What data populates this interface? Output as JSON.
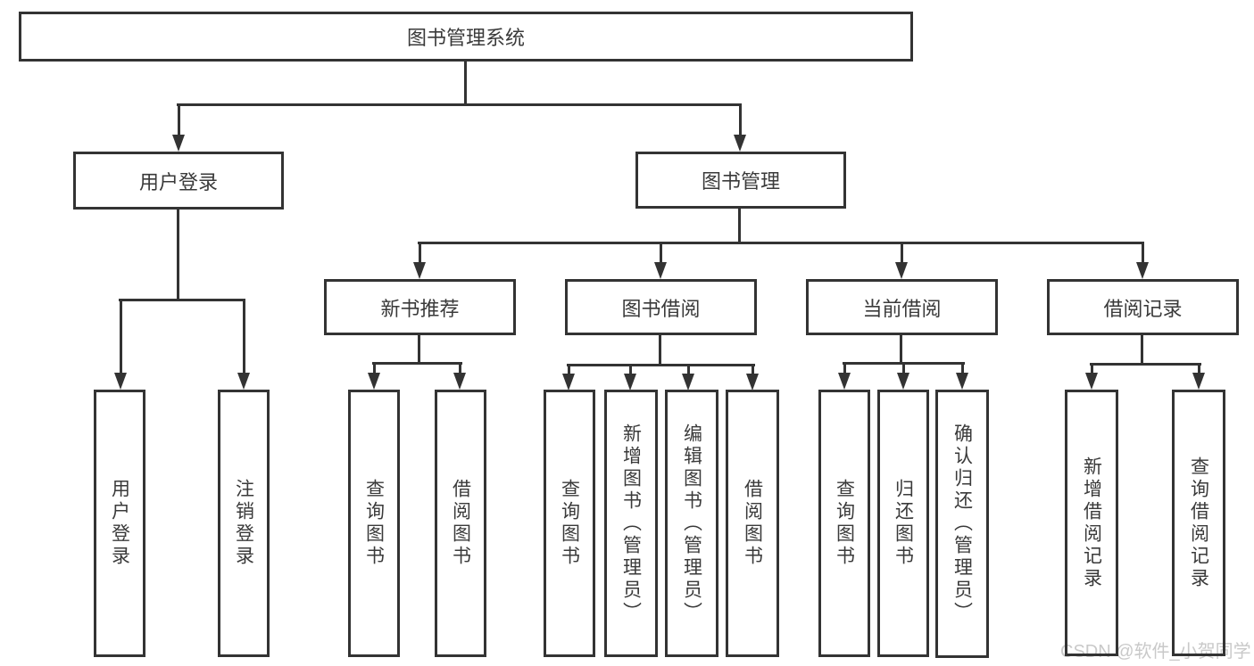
{
  "colors": {
    "line": "#333333",
    "text": "#3a3a3a",
    "watermark": "#c9c9c9"
  },
  "watermark": "CSDN @软件_小贺同学",
  "nodes": {
    "root": {
      "label": "图书管理系统"
    },
    "user_login": {
      "label": "用户登录"
    },
    "book_mgmt": {
      "label": "图书管理"
    },
    "new_book_rec": {
      "label": "新书推荐"
    },
    "book_borrow": {
      "label": "图书借阅"
    },
    "current_borrow": {
      "label": "当前借阅"
    },
    "borrow_record": {
      "label": "借阅记录"
    },
    "leaf_user_login": {
      "label": "用户登录"
    },
    "leaf_user_logout": {
      "label": "注销登录"
    },
    "leaf_rec_query": {
      "label": "查询图书"
    },
    "leaf_rec_borrow": {
      "label": "借阅图书"
    },
    "leaf_bb_query": {
      "label": "查询图书"
    },
    "leaf_bb_add": {
      "label": "新增图书（管理员）"
    },
    "leaf_bb_edit": {
      "label": "编辑图书（管理员）"
    },
    "leaf_bb_borrow": {
      "label": "借阅图书"
    },
    "leaf_cb_query": {
      "label": "查询图书"
    },
    "leaf_cb_return": {
      "label": "归还图书"
    },
    "leaf_cb_confirm": {
      "label": "确认归还（管理员）"
    },
    "leaf_br_add": {
      "label": "新增借阅记录"
    },
    "leaf_br_query": {
      "label": "查询借阅记录"
    }
  }
}
